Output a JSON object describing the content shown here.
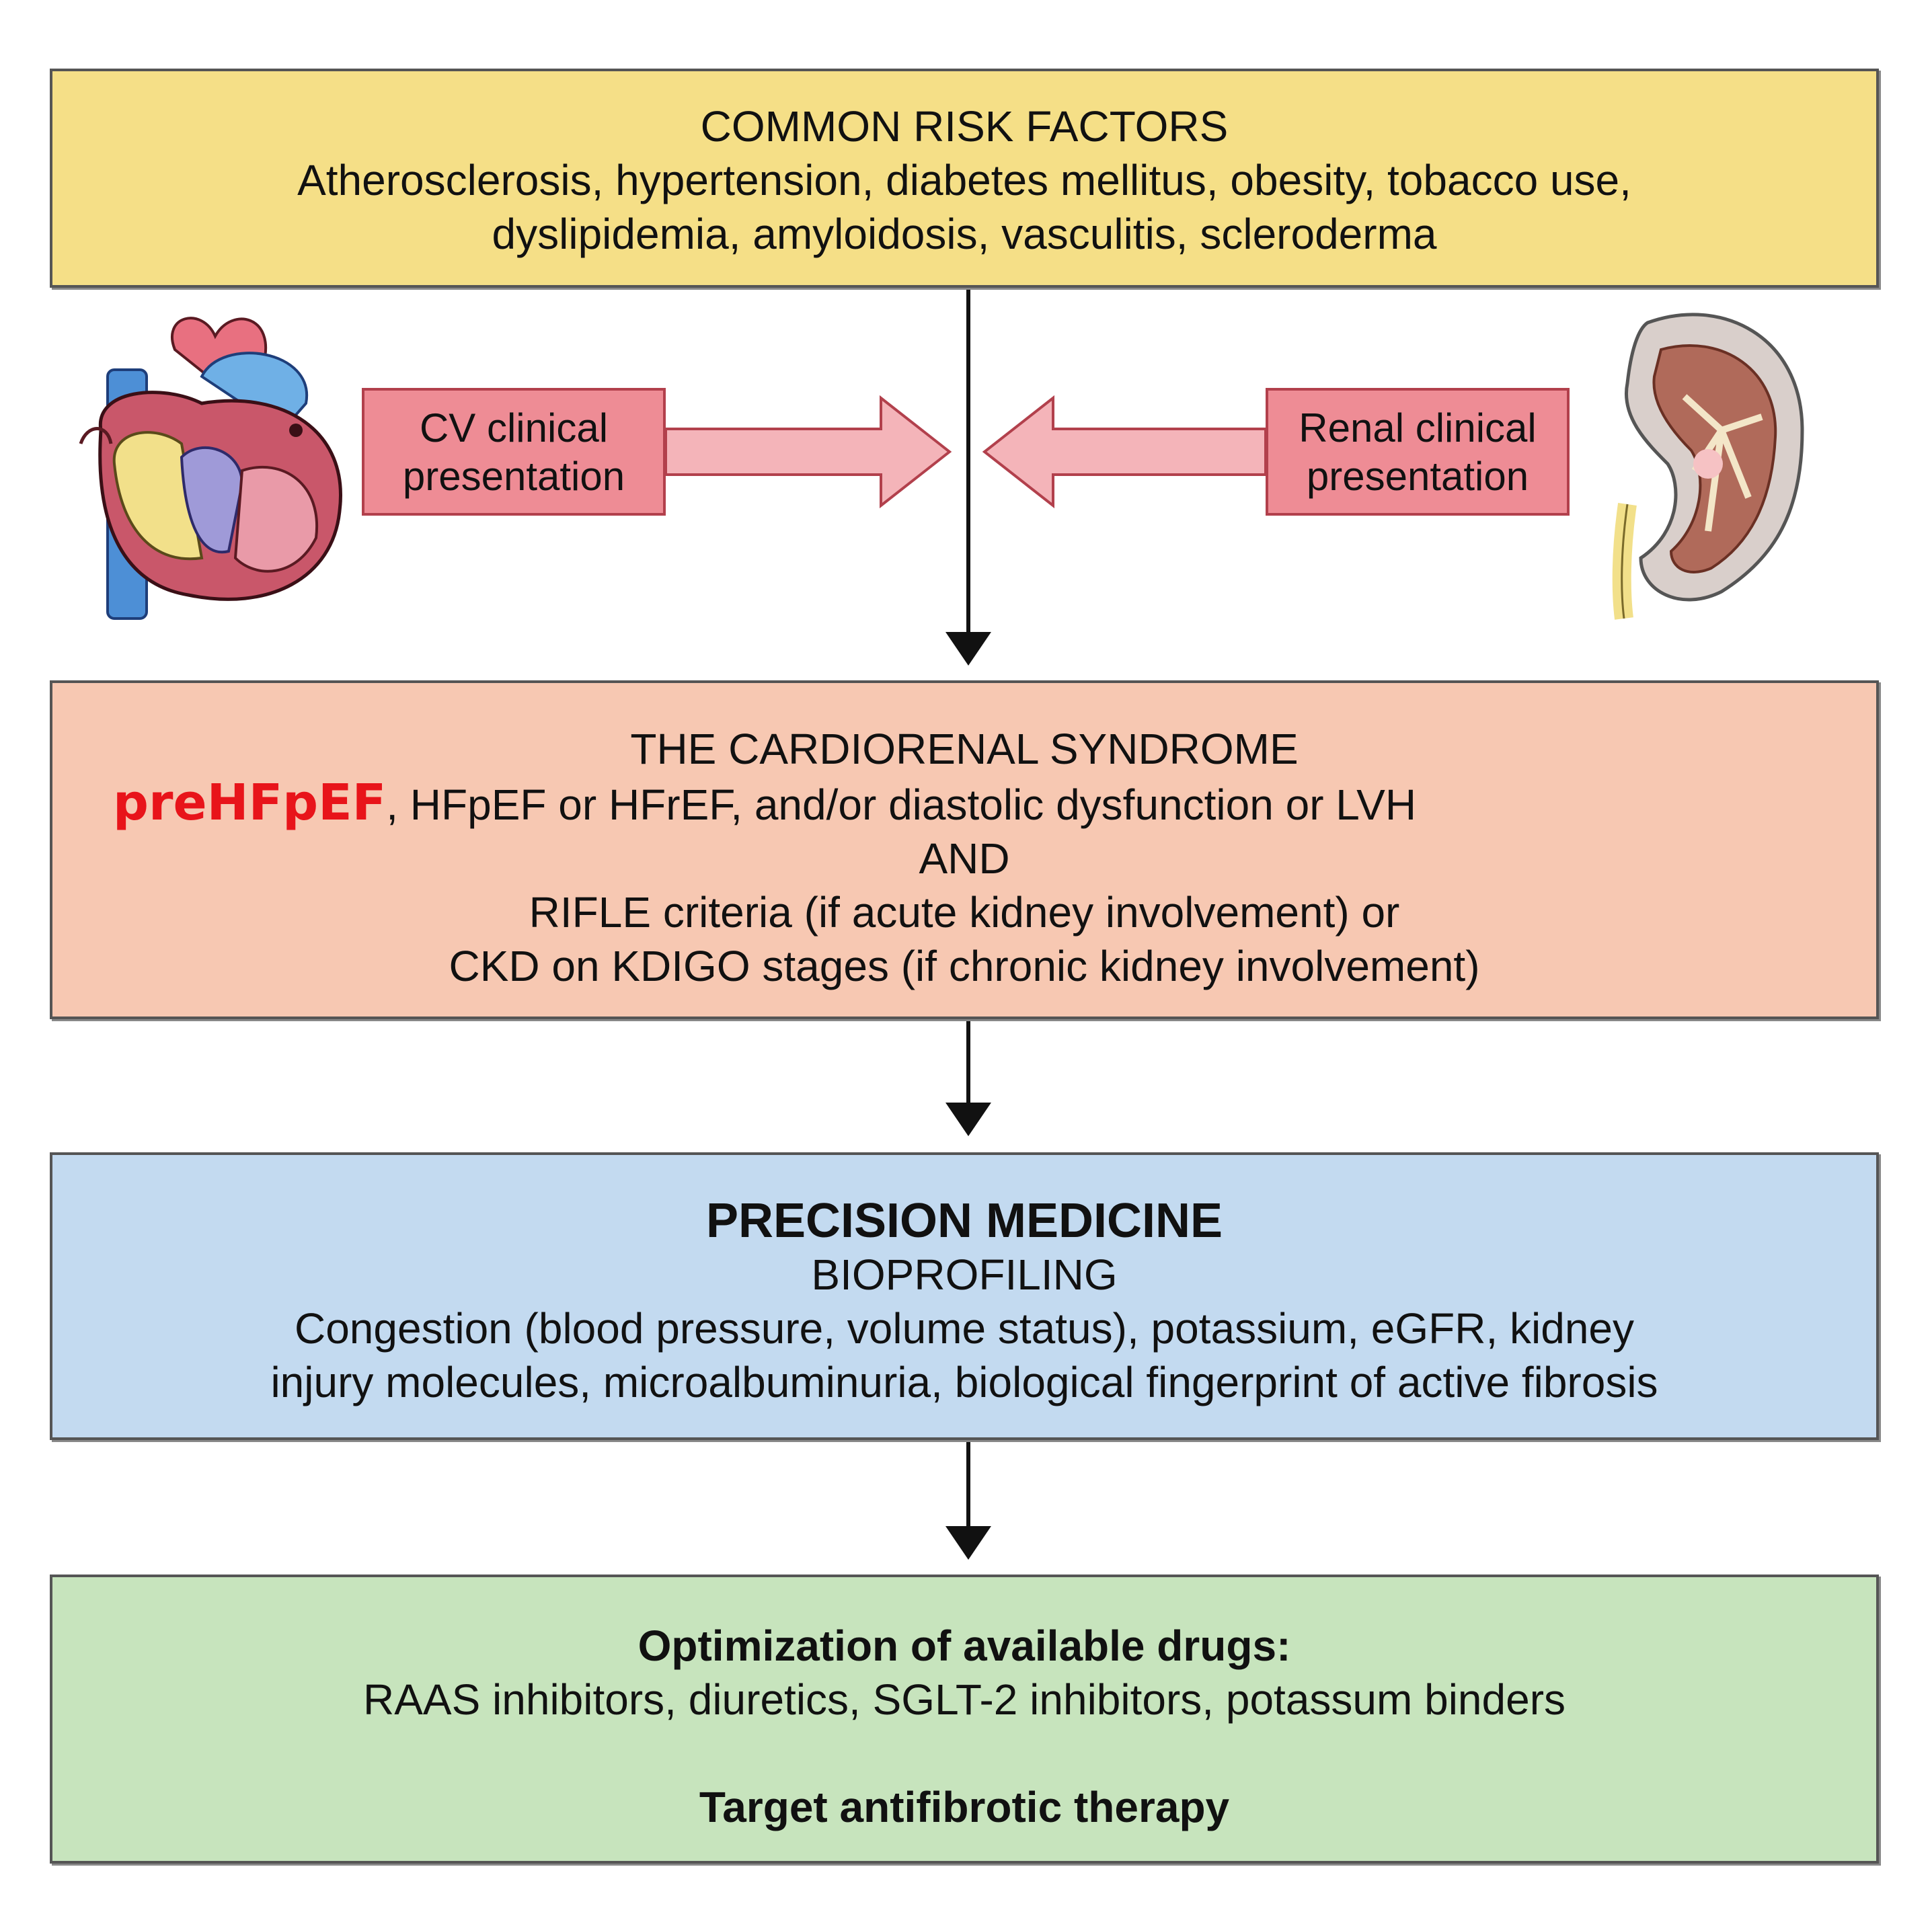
{
  "risk_factors": {
    "title": "COMMON RISK FACTORS",
    "line1": "Atherosclerosis, hypertension, diabetes mellitus, obesity, tobacco use,",
    "line2": "dyslipidemia, amyloidosis, vasculitis, scleroderma"
  },
  "cv_presentation": {
    "line1": "CV clinical",
    "line2": "presentation",
    "icon": "heart-illustration"
  },
  "renal_presentation": {
    "line1": "Renal clinical",
    "line2": "presentation",
    "icon": "kidney-illustration"
  },
  "cardiorenal": {
    "title": "THE CARDIORENAL SYNDROME",
    "highlight": "preHFpEF",
    "line1_rest": ", HFpEF or HFrEF, and/or diastolic dysfunction or LVH",
    "and": "AND",
    "line3": "RIFLE criteria (if acute kidney involvement) or",
    "line4": "CKD on KDIGO stages (if chronic kidney involvement)",
    "highlight_color": "#e8141a"
  },
  "precision": {
    "title": "PRECISION MEDICINE",
    "subtitle": "BIOPROFILING",
    "line1": "Congestion (blood pressure, volume status), potassium, eGFR, kidney",
    "line2": "injury molecules, microalbuminuria, biological fingerprint of active fibrosis"
  },
  "drugs": {
    "title": "Optimization of available drugs:",
    "line1": "RAAS inhibitors, diuretics, SGLT-2 inhibitors, potassum binders",
    "line2": "Target antifibrotic therapy"
  },
  "colors": {
    "risk_box": "#f5df87",
    "cardiorenal_box": "#f7c8b2",
    "precision_box": "#c3daf0",
    "drugs_box": "#c7e4bd",
    "presentation_box": "#ee8c95",
    "arrow_fill": "#f4b4b9"
  }
}
